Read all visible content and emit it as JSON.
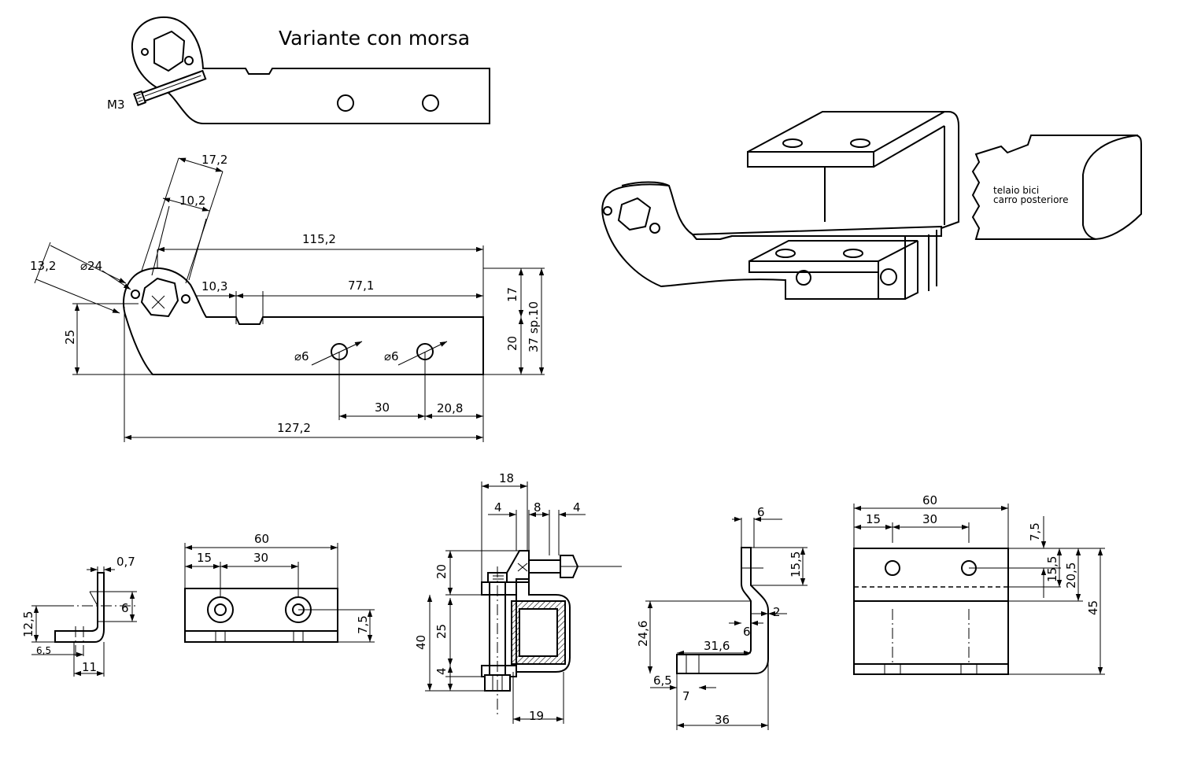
{
  "title": "Variante con morsa",
  "screw_label": "M3",
  "frame_label_1": "telaio bici",
  "frame_label_2": "carro posteriore",
  "main": {
    "d17_2": "17,2",
    "d10_2": "10,2",
    "d115_2": "115,2",
    "d13_2": "13,2",
    "d24": "⌀24",
    "d10_3": "10,3",
    "d77_1": "77,1",
    "d17": "17",
    "d37": "37 sp.10",
    "d25": "25",
    "d20": "20",
    "d6a": "⌀6",
    "d6b": "⌀6",
    "d30": "30",
    "d20_8": "20,8",
    "d127_2": "127,2"
  },
  "angle": {
    "d0_7": "0,7",
    "d6": "6",
    "d12_5": "12,5",
    "d6_5": "6,5",
    "d11": "11"
  },
  "front": {
    "d60": "60",
    "d15": "15",
    "d30": "30",
    "d7_5": "7,5"
  },
  "section": {
    "d18": "18",
    "d4a": "4",
    "d8": "8",
    "d4b": "4",
    "d20": "20",
    "d40": "40",
    "d25": "25",
    "d4c": "4",
    "d19": "19"
  },
  "side": {
    "d6top": "6",
    "d15_5": "15,5",
    "d2": "2",
    "d24_6": "24,6",
    "d6mid": "6",
    "d31_6": "31,6",
    "d6_5": "6,5",
    "d7": "7",
    "d36": "36"
  },
  "right": {
    "d60": "60",
    "d15": "15",
    "d30": "30",
    "d7_5": "7,5",
    "d15_5": "15,5",
    "d20_5": "20,5",
    "d45": "45"
  }
}
